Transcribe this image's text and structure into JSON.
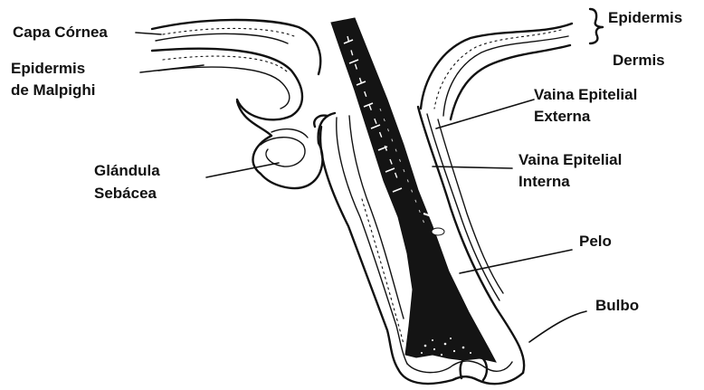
{
  "labels": {
    "capa_cornea": "Capa Córnea",
    "epidermis_malpighi_1": "Epidermis",
    "epidermis_malpighi_2": "de Malpighi",
    "glandula_1": "Glándula",
    "glandula_2": "Sebácea",
    "epidermis": "Epidermis",
    "dermis": "Dermis",
    "vaina_externa_1": "Vaina Epitelial",
    "vaina_externa_2": "Externa",
    "vaina_interna_1": "Vaina Epitelial",
    "vaina_interna_2": "Interna",
    "pelo": "Pelo",
    "bulbo": "Bulbo"
  },
  "colors": {
    "ink": "#111111",
    "background": "#ffffff"
  }
}
